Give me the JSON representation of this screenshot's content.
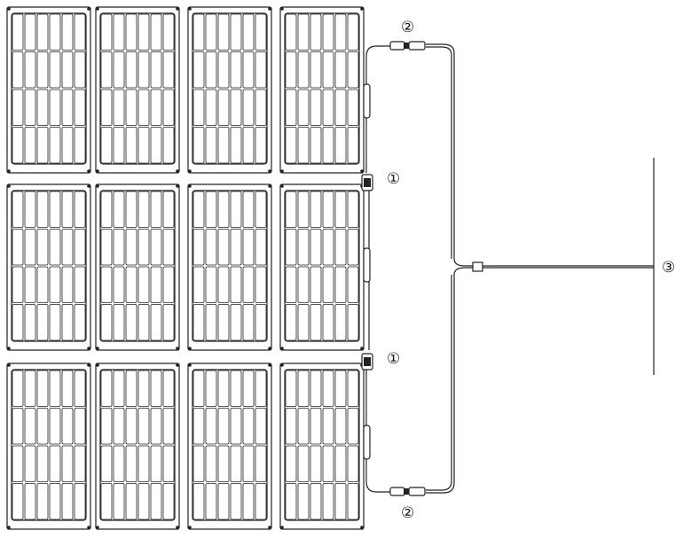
{
  "diagram": {
    "panel_arrays": 3,
    "panels_per_array": 4,
    "panel_grid": {
      "columns": 6,
      "rows": 4
    },
    "line_color": "#222222",
    "background": "#ffffff"
  },
  "callouts": {
    "connector_1": "①",
    "connector_2": "②",
    "output_3": "③"
  }
}
